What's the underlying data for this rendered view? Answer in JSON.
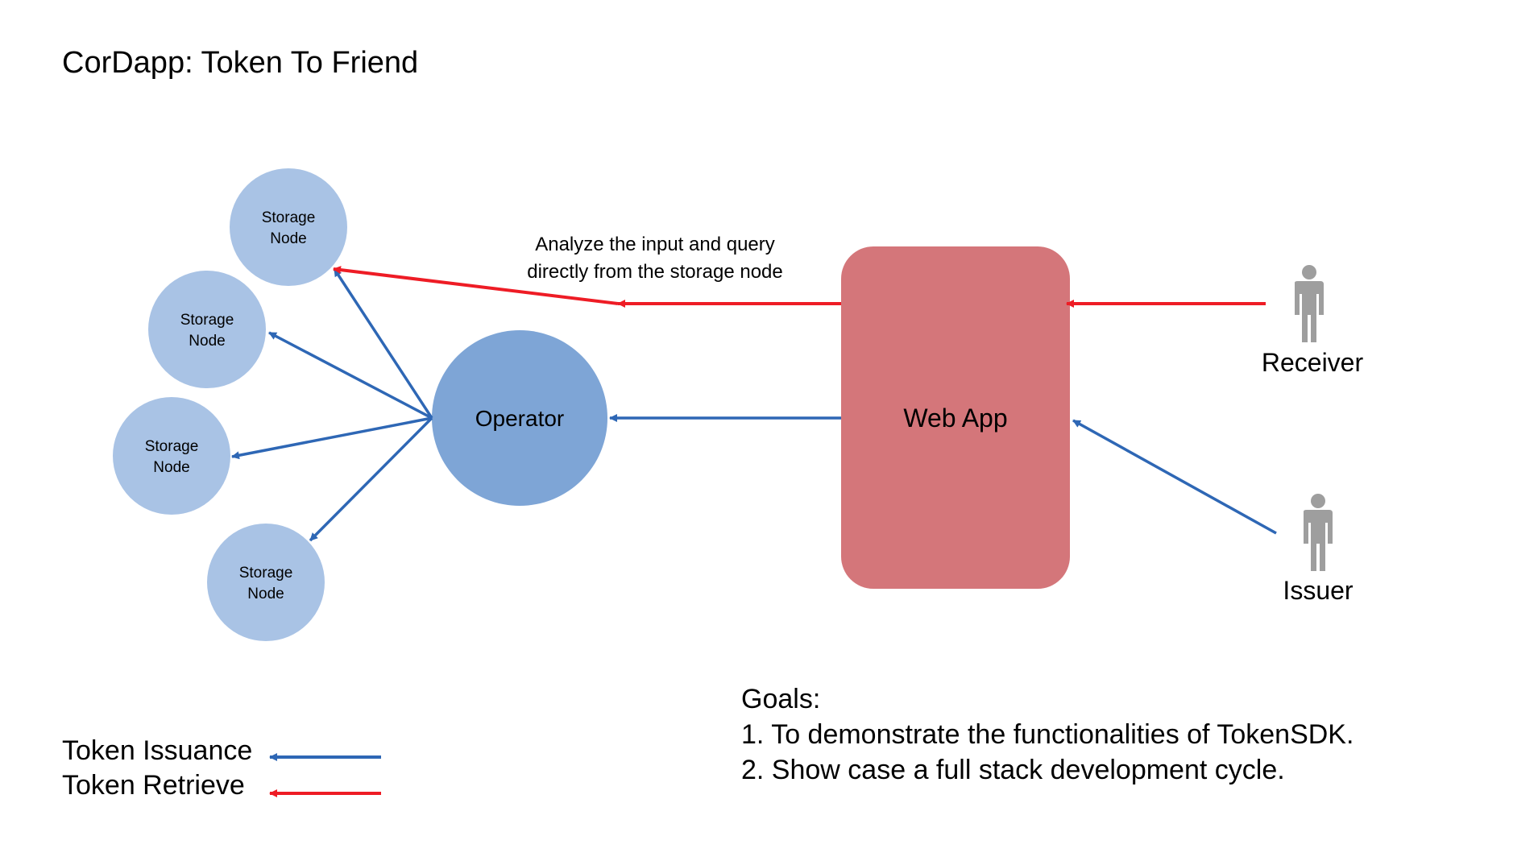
{
  "title": "CorDapp: Token To Friend",
  "nodes": {
    "storage": "Storage\nNode",
    "operator": "Operator",
    "webapp": "Web App",
    "receiver": "Receiver",
    "issuer": "Issuer"
  },
  "annotation": "Analyze the input and query directly from the storage node",
  "legend": {
    "issuance": "Token Issuance",
    "retrieve": "Token Retrieve"
  },
  "goals": {
    "heading": "Goals:",
    "items": [
      "1. To demonstrate the functionalities of TokenSDK.",
      "2. Show case a full stack development cycle."
    ]
  },
  "colors": {
    "storage_fill": "#a9c3e5",
    "operator_fill": "#7ea5d6",
    "webapp_fill": "#d4767a",
    "person": "#9e9e9e",
    "issuance_arrow": "#2e67b5",
    "retrieve_arrow": "#ee1c25"
  },
  "icons": [
    "person-icon"
  ]
}
